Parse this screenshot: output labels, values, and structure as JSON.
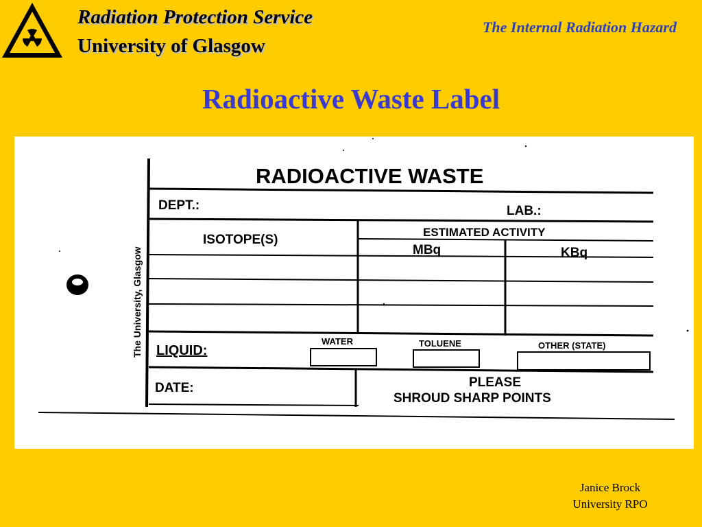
{
  "header": {
    "service": "Radiation Protection Service",
    "university": "University of Glasgow",
    "topic": "The Internal Radiation Hazard"
  },
  "slide": {
    "title": "Radioactive Waste Label"
  },
  "waste_label": {
    "heading": "RADIOACTIVE WASTE",
    "dept": "DEPT.:",
    "lab": "LAB.:",
    "isotopes": "ISOTOPE(S)",
    "estimated_activity": "ESTIMATED ACTIVITY",
    "mbq": "MBq",
    "kbq": "KBq",
    "liquid": "LIQUID:",
    "water": "WATER",
    "toluene": "TOLUENE",
    "other": "OTHER (STATE)",
    "date": "DATE:",
    "please": "PLEASE",
    "shroud": "SHROUD SHARP POINTS",
    "side_text": "The University, Glasgow"
  },
  "footer": {
    "name": "Janice Brock",
    "role": "University RPO"
  },
  "colors": {
    "background": "#FFCC00",
    "accent_blue": "#3A3ACF"
  }
}
